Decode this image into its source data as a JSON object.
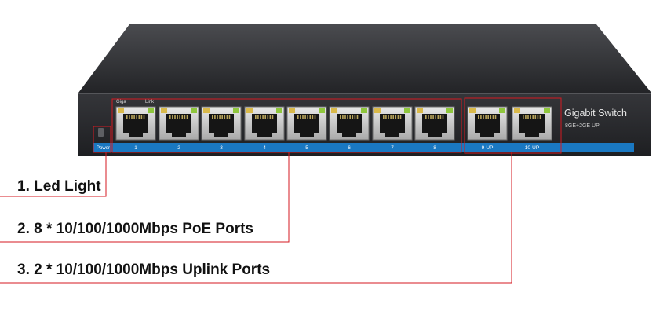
{
  "switch": {
    "brand_label": "Gigabit Switch",
    "model_label": "8GE+2GE UP",
    "led_labels": [
      "Giga",
      "Link"
    ],
    "power_label": "Power",
    "port_labels": [
      "1",
      "2",
      "3",
      "4",
      "5",
      "6",
      "7",
      "8",
      "9-UP",
      "10-UP"
    ],
    "colors": {
      "front_panel": "#2a2b2e",
      "stripe": "#1a78c2",
      "highlight": "#d51a22",
      "led_green": "#8fc63d",
      "led_amber": "#d9b94a"
    }
  },
  "callouts": [
    {
      "label": "1. Led Light"
    },
    {
      "label": "2. 8 * 10/100/1000Mbps PoE Ports"
    },
    {
      "label": "3. 2 * 10/100/1000Mbps Uplink Ports"
    }
  ]
}
